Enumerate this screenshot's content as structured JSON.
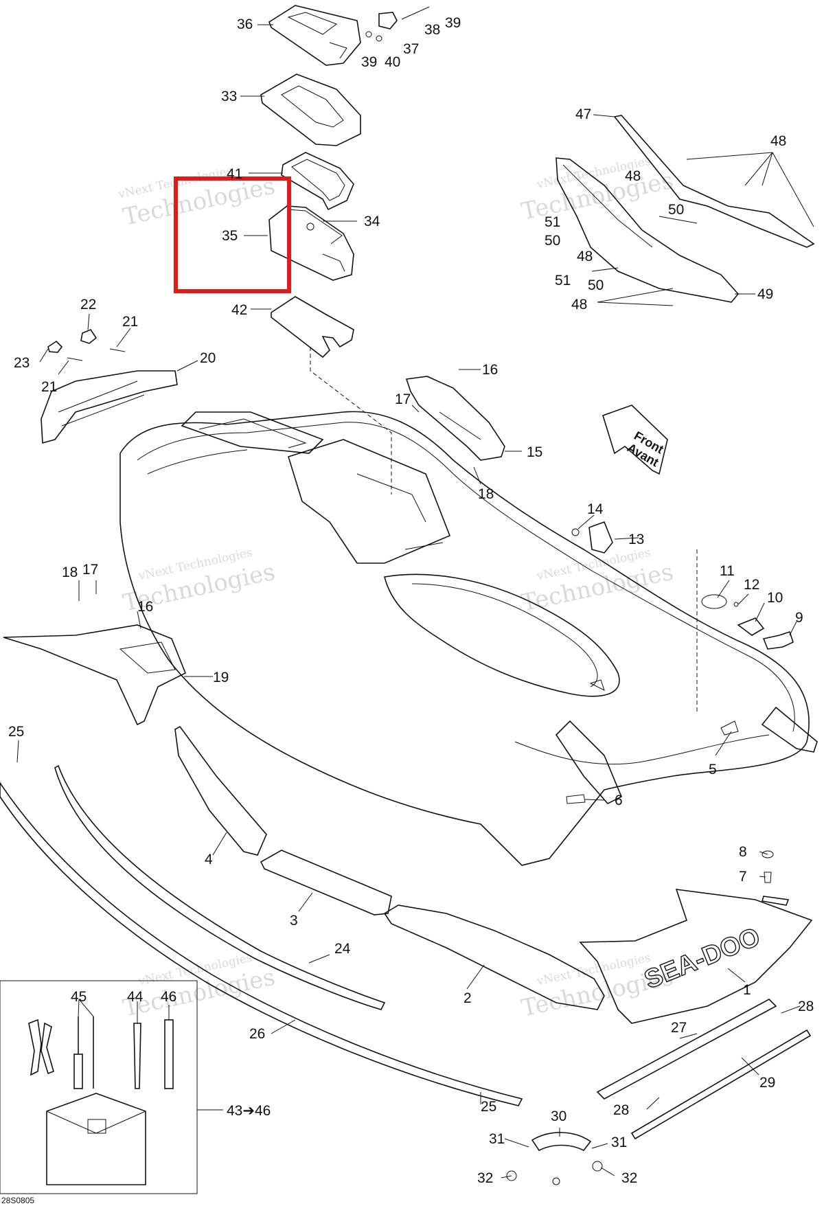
{
  "diagram": {
    "reference_code": "28S0805",
    "watermark_text": "vNext Technologies",
    "direction_label": [
      "Front",
      "Avant"
    ],
    "highlight_color": "#e01b1b",
    "kit_label": "43➔46",
    "callouts": [
      {
        "id": "c36",
        "text": "36"
      },
      {
        "id": "c38",
        "text": "38"
      },
      {
        "id": "c39a",
        "text": "39"
      },
      {
        "id": "c39b",
        "text": "39"
      },
      {
        "id": "c40",
        "text": "40"
      },
      {
        "id": "c37",
        "text": "37"
      },
      {
        "id": "c33",
        "text": "33"
      },
      {
        "id": "c41",
        "text": "41"
      },
      {
        "id": "c35",
        "text": "35"
      },
      {
        "id": "c34",
        "text": "34"
      },
      {
        "id": "c42",
        "text": "42"
      },
      {
        "id": "c47",
        "text": "47"
      },
      {
        "id": "c48a",
        "text": "48"
      },
      {
        "id": "c48b",
        "text": "48"
      },
      {
        "id": "c50a",
        "text": "50"
      },
      {
        "id": "c51a",
        "text": "51"
      },
      {
        "id": "c50b",
        "text": "50"
      },
      {
        "id": "c48c",
        "text": "48"
      },
      {
        "id": "c51b",
        "text": "51"
      },
      {
        "id": "c50c",
        "text": "50"
      },
      {
        "id": "c49",
        "text": "49"
      },
      {
        "id": "c48d",
        "text": "48"
      },
      {
        "id": "c22",
        "text": "22"
      },
      {
        "id": "c21a",
        "text": "21"
      },
      {
        "id": "c23",
        "text": "23"
      },
      {
        "id": "c21b",
        "text": "21"
      },
      {
        "id": "c20",
        "text": "20"
      },
      {
        "id": "c16a",
        "text": "16"
      },
      {
        "id": "c17a",
        "text": "17"
      },
      {
        "id": "c15",
        "text": "15"
      },
      {
        "id": "c18a",
        "text": "18"
      },
      {
        "id": "c14",
        "text": "14"
      },
      {
        "id": "c13",
        "text": "13"
      },
      {
        "id": "c18b",
        "text": "18"
      },
      {
        "id": "c17b",
        "text": "17"
      },
      {
        "id": "c16b",
        "text": "16"
      },
      {
        "id": "c19",
        "text": "19"
      },
      {
        "id": "c11",
        "text": "11"
      },
      {
        "id": "c12",
        "text": "12"
      },
      {
        "id": "c10",
        "text": "10"
      },
      {
        "id": "c9",
        "text": "9"
      },
      {
        "id": "c25a",
        "text": "25"
      },
      {
        "id": "c5",
        "text": "5"
      },
      {
        "id": "c6",
        "text": "6"
      },
      {
        "id": "c4",
        "text": "4"
      },
      {
        "id": "c8",
        "text": "8"
      },
      {
        "id": "c7",
        "text": "7"
      },
      {
        "id": "c3",
        "text": "3"
      },
      {
        "id": "c24",
        "text": "24"
      },
      {
        "id": "c2",
        "text": "2"
      },
      {
        "id": "c1",
        "text": "1"
      },
      {
        "id": "c45",
        "text": "45"
      },
      {
        "id": "c44",
        "text": "44"
      },
      {
        "id": "c46",
        "text": "46"
      },
      {
        "id": "c26",
        "text": "26"
      },
      {
        "id": "c28a",
        "text": "28"
      },
      {
        "id": "c27",
        "text": "27"
      },
      {
        "id": "c29",
        "text": "29"
      },
      {
        "id": "c25b",
        "text": "25"
      },
      {
        "id": "c28b",
        "text": "28"
      },
      {
        "id": "c30",
        "text": "30"
      },
      {
        "id": "c31a",
        "text": "31"
      },
      {
        "id": "c31b",
        "text": "31"
      },
      {
        "id": "c32a",
        "text": "32"
      },
      {
        "id": "c32b",
        "text": "32"
      }
    ]
  }
}
